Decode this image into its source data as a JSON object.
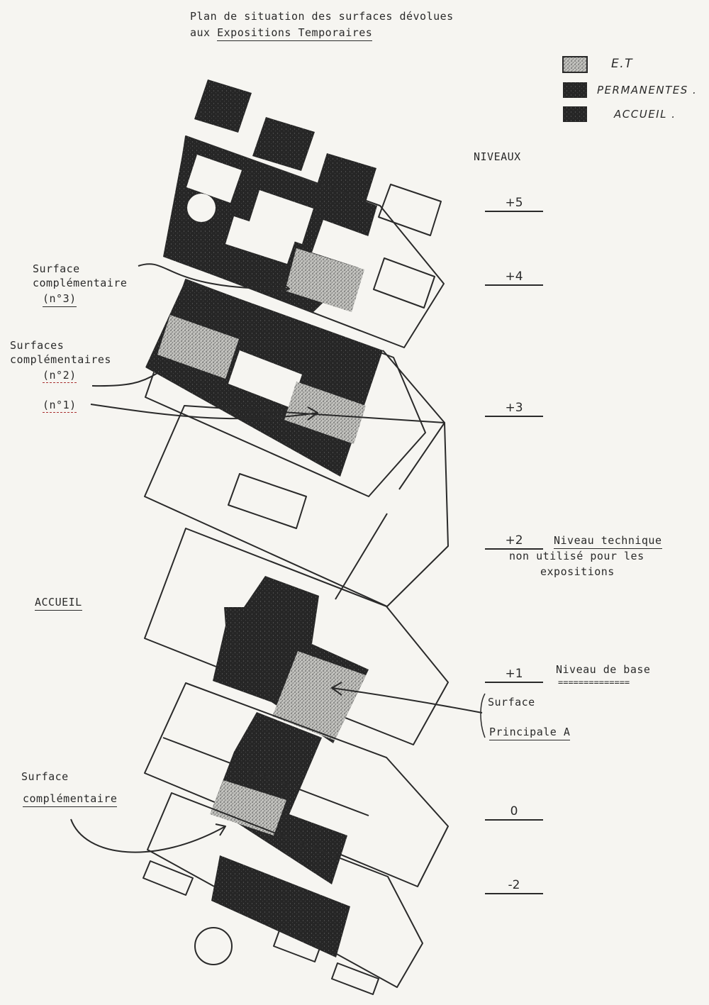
{
  "title": {
    "line1": "Plan de situation des surfaces dévolues",
    "line2_prefix": "aux ",
    "line2_underlined": "Expositions Temporaires"
  },
  "legend": [
    {
      "label": "E.T",
      "pattern": "speckled-light"
    },
    {
      "label": "PERMANENTES .",
      "pattern": "dark"
    },
    {
      "label": "ACCUEIL .",
      "pattern": "dark"
    }
  ],
  "levels": {
    "heading": "NIVEAUX",
    "items": [
      "+5",
      "+4",
      "+3",
      "+2",
      "+1",
      "0",
      "-2"
    ]
  },
  "notes": {
    "level2_line1": "Niveau technique",
    "level2_line2": "non utilisé pour les",
    "level2_line3": "expositions",
    "level1": "Niveau de base",
    "level1_rule": "=============="
  },
  "labels": {
    "surface3_line1": "Surface",
    "surface3_line2": "complémentaire",
    "surface3_num": "(n°3)",
    "surfaces12_line1": "Surfaces",
    "surfaces12_line2": "complémentaires",
    "surface2_num": "(n°2)",
    "surface1_num": "(n°1)",
    "accueil": "ACCUEIL",
    "principale_line1": "Surface",
    "principale_line2": "Principale A",
    "surface0_line1": "Surface",
    "surface0_line2": "complémentaire"
  },
  "colors": {
    "ink": "#2a2a2a",
    "dark_fill": "#262626",
    "paper": "#f6f5f1",
    "et_fill": "#b8b8b4"
  }
}
